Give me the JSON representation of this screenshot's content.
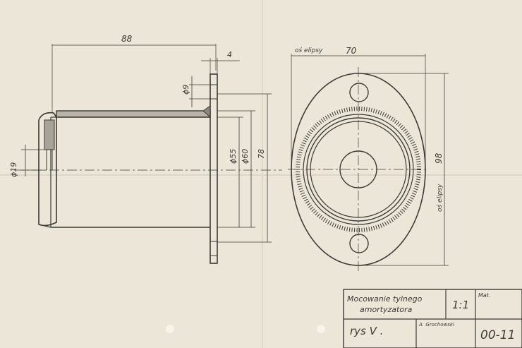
{
  "side_view": {
    "dimensions": {
      "total_length": "88",
      "flange_thickness": "4",
      "hole_diameter": "ϕ9",
      "inner_diameter": "ϕ19",
      "tube_inner": "ϕ55",
      "tube_outer": "ϕ60",
      "flange_height": "78"
    }
  },
  "front_view": {
    "axis_label_top": "oś elipsy",
    "axis_label_side": "oś elipsy",
    "width": "70",
    "height": "98"
  },
  "title_block": {
    "title_line1": "Mocowanie tylnego",
    "title_line2": "amortyzatora",
    "scale": "1:1",
    "mat_label": "Mat.",
    "sheet_ref": "rys V .",
    "author": "A. Grochowski",
    "drawing_number": "00-11"
  }
}
